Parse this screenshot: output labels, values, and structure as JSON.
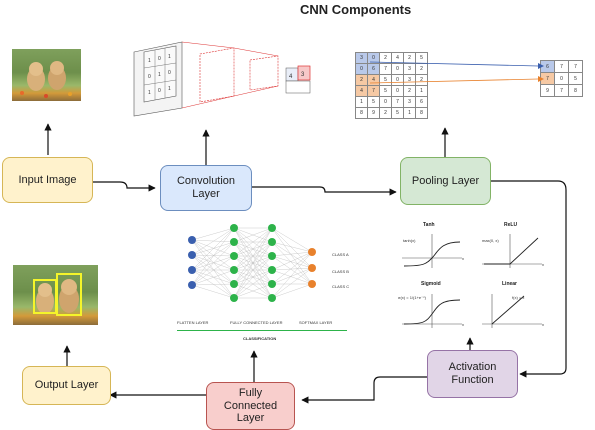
{
  "title": "CNN Components",
  "boxes": {
    "input_image": "Input Image",
    "convolution_layer": "Convolution Layer",
    "pooling_layer": "Pooling Layer",
    "activation_function": "Activation Function",
    "fully_connected_layer": "Fully Connected Layer",
    "output_layer": "Output Layer"
  },
  "pooling": {
    "grid": [
      [
        "3",
        "0",
        "2",
        "4",
        "2",
        "5"
      ],
      [
        "0",
        "6",
        "7",
        "0",
        "3",
        "2"
      ],
      [
        "2",
        "4",
        "5",
        "0",
        "3",
        "2"
      ],
      [
        "4",
        "7",
        "5",
        "0",
        "2",
        "1"
      ],
      [
        "1",
        "5",
        "0",
        "7",
        "3",
        "6"
      ],
      [
        "8",
        "9",
        "2",
        "5",
        "1",
        "8"
      ]
    ],
    "output": [
      [
        "6",
        "7",
        "7"
      ],
      [
        "7",
        "0",
        "5"
      ],
      [
        "9",
        "7",
        "8"
      ]
    ]
  },
  "activation": {
    "tanh": {
      "title": "Tanh",
      "formula": "tanh(x)",
      "axis": "x"
    },
    "relu": {
      "title": "ReLU",
      "formula": "max(0, x)",
      "axis": "x"
    },
    "sigmoid": {
      "title": "Sigmoid",
      "formula": "σ(x) = 1/(1+e⁻ˣ)",
      "axis": "x"
    },
    "linear": {
      "title": "Linear",
      "formula": "f(x) = x",
      "axis": "x"
    }
  },
  "network": {
    "classes": [
      "CLASS A",
      "CLASS B",
      "CLASS C"
    ],
    "layer_labels": [
      "FLATTEN LAYER",
      "FULLY CONNECTED LAYER",
      "SOFTMAX LAYER"
    ],
    "caption": "CLASSIFICATION"
  },
  "convolution": {
    "kernel": [
      [
        "1",
        "0",
        "1"
      ],
      [
        "0",
        "1",
        "0"
      ],
      [
        "1",
        "0",
        "1"
      ]
    ],
    "feature_map": [
      "4",
      "3"
    ]
  },
  "colors": {
    "yellow_fill": "#fff2cc",
    "blue_fill": "#dae8fc",
    "green_fill": "#d5e8d4",
    "purple_fill": "#e1d5e7",
    "red_fill": "#f8cecc",
    "neuron_blue": "#3a5fae",
    "neuron_green": "#2db34a",
    "neuron_orange": "#e8812c",
    "bbox_yellow": "#f5f52a"
  }
}
